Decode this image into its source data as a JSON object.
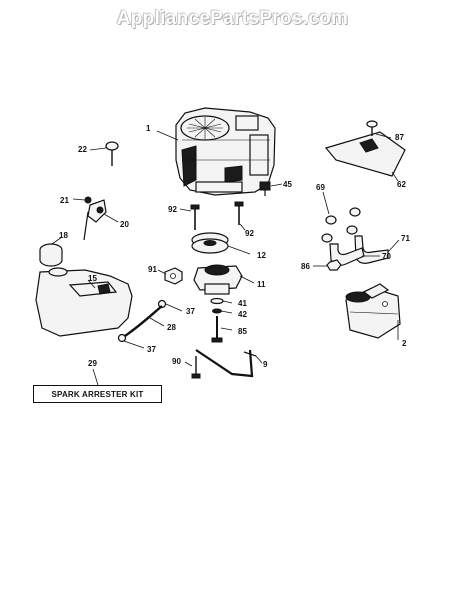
{
  "watermark": "AppliancePartsPros.com",
  "kit_label": "SPARK ARRESTER KIT",
  "part_labels": {
    "engine": "1",
    "muffler": "2",
    "bolt_9": "9",
    "nut_11": "11",
    "pulley_12": "12",
    "fuel_tank": "15",
    "fuel_cap": "18",
    "clamp_20": "20",
    "screw_21": "21",
    "pin_22": "22",
    "fuel_line": "28",
    "kit_29": "29",
    "clamp_37_top": "37",
    "clamp_37_bottom": "37",
    "washer_41": "41",
    "washer_42": "42",
    "screw_45": "45",
    "muffler_guard": "62",
    "gasket_69": "69",
    "pipe_70": "70",
    "pipe_71": "71",
    "bolt_85": "85",
    "nut_86": "86",
    "bolt_87": "87",
    "screw_90": "90",
    "nut_91": "91",
    "bolt_92_left": "92",
    "bolt_92_right": "92"
  }
}
